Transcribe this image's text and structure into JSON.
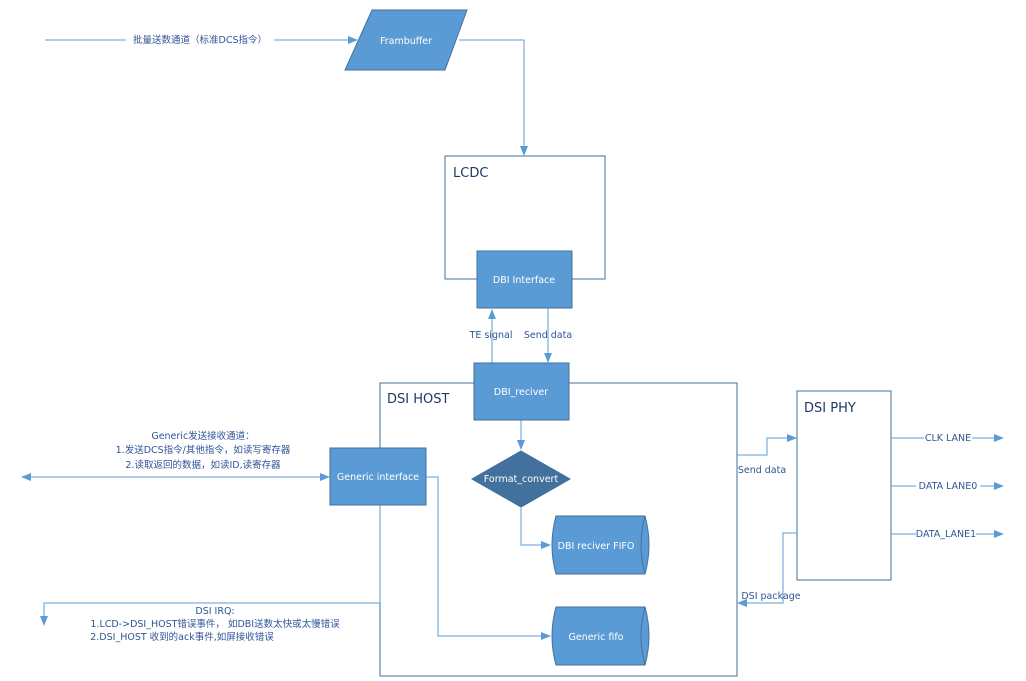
{
  "nodes": {
    "framebuffer": "Frambuffer",
    "lcdc": "LCDC",
    "dbi_interface": "DBI Interface",
    "dbi_reciver": "DBI_reciver",
    "dsi_host": "DSI HOST",
    "format_convert": "Format_convert",
    "dbi_reciver_fifo": "DBI reciver  FIFO",
    "generic_interface": "Generic interface",
    "generic_fifo": "Generic fifo",
    "dsi_phy": "DSI PHY"
  },
  "edges": {
    "bulk_channel": "批量送数通道（标准DCS指令）",
    "te_signal": "TE signal",
    "send_data_top": "Send data",
    "send_data_right": "Send data",
    "dsi_package": "DSI package",
    "clk_lane": "CLK LANE",
    "data_lane0": "DATA  LANE0",
    "data_lane1": "DATA_LANE1"
  },
  "notes": {
    "generic": [
      "Generic发送接收通道：",
      "1.发送DCS指令/其他指令，如读写寄存器",
      "2.读取返回的数据，如读ID,读寄存器"
    ],
    "irq": [
      "DSI IRQ:",
      "1.LCD->DSI_HOST错误事件， 如DBI送数太快或太慢错误",
      "2.DSI_HOST 收到的ack事件,如屏接收错误"
    ]
  },
  "colors": {
    "fill": "#5b9bd5",
    "fill_dark": "#41719c",
    "stroke": "#5b9bd5",
    "border": "#41719c",
    "label": "#2f5597"
  }
}
